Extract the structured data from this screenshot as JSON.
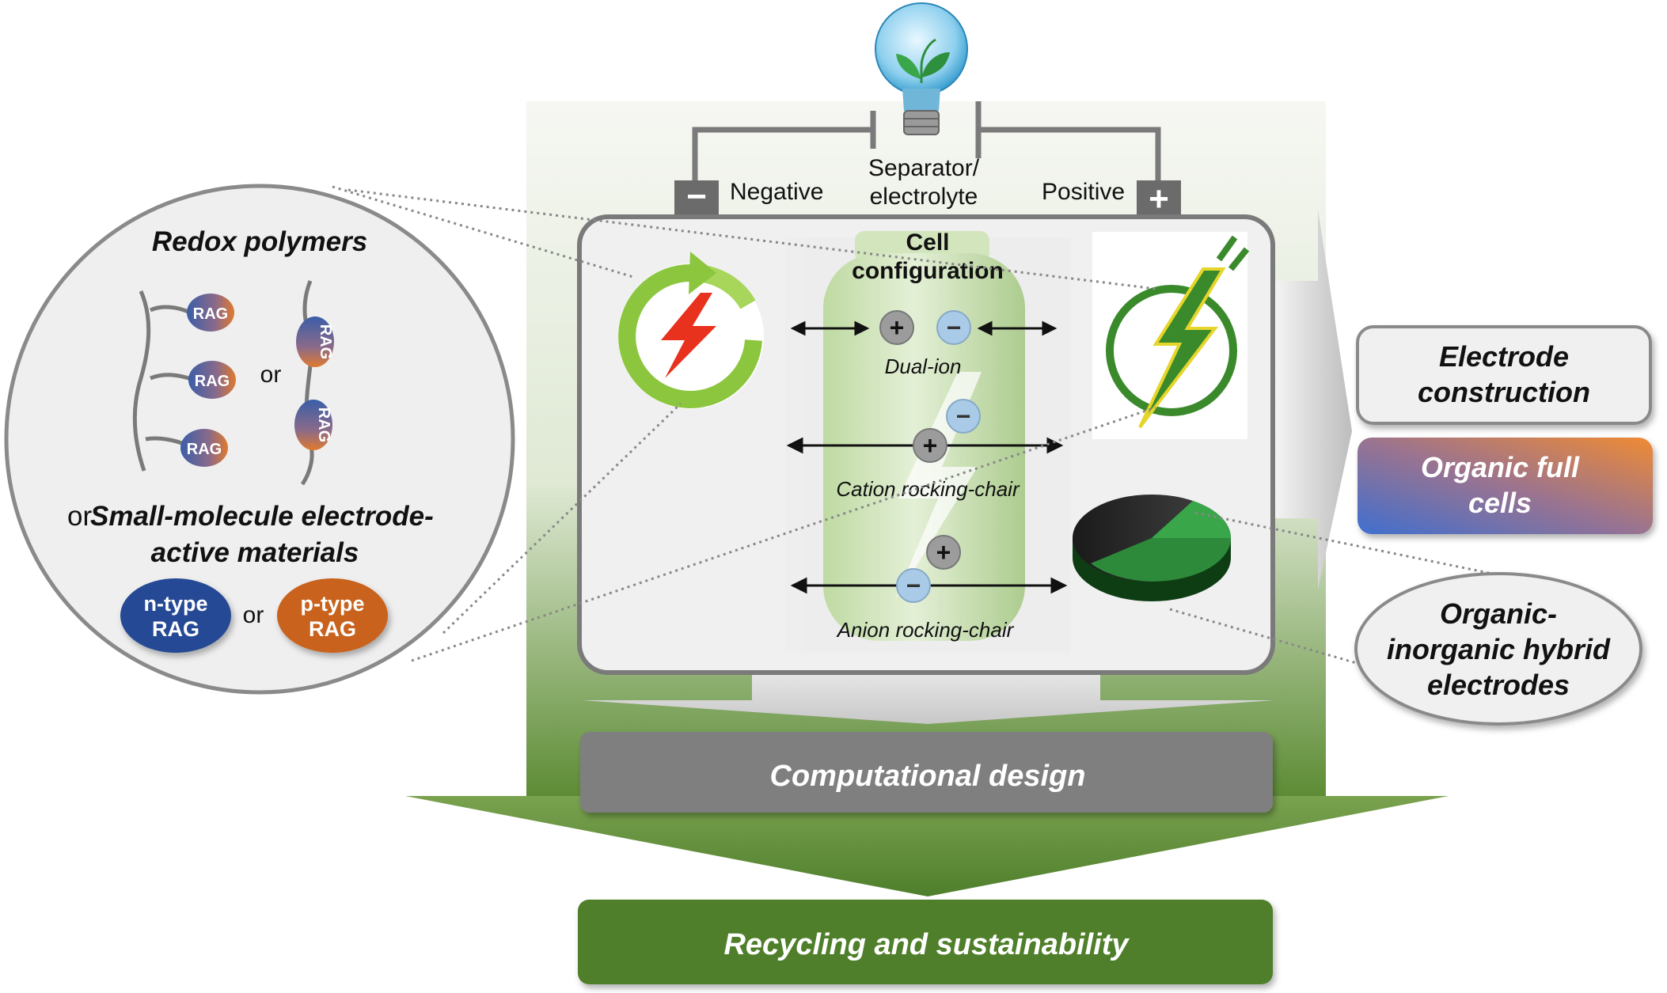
{
  "top_labels": {
    "negative": "Negative",
    "separator_line1": "Separator/",
    "separator_line2": "electrolyte",
    "positive": "Positive",
    "minus_sign": "−",
    "plus_sign": "+"
  },
  "cell": {
    "title_line1": "Cell",
    "title_line2": "configuration",
    "dual_ion": "Dual-ion",
    "cation": "Cation rocking-chair",
    "anion": "Anion rocking-chair",
    "plus": "+",
    "minus": "−"
  },
  "circle": {
    "title": "Redox polymers",
    "rag": "RAG",
    "or": "or",
    "small_or": "or",
    "small_line1": "Small-molecule electrode-",
    "small_line2": "active materials",
    "ntype_line1": "n-type",
    "ntype_line2": "RAG",
    "ptype_line1": "p-type",
    "ptype_line2": "RAG"
  },
  "right": {
    "electrode_line1": "Electrode",
    "electrode_line2": "construction",
    "organic_line1": "Organic full",
    "organic_line2": "cells",
    "hybrid_line1": "Organic-",
    "hybrid_line2": "inorganic hybrid",
    "hybrid_line3": "electrodes"
  },
  "bottom": {
    "computational": "Computational design",
    "recycling": "Recycling and sustainability"
  },
  "colors": {
    "green_dark": "#4f7f2c",
    "grey_box": "#7f7f7f",
    "rag_blue": "#3a5ea8",
    "rag_orange": "#d8732e",
    "ntype": "#254a95",
    "ptype": "#c8621e"
  }
}
